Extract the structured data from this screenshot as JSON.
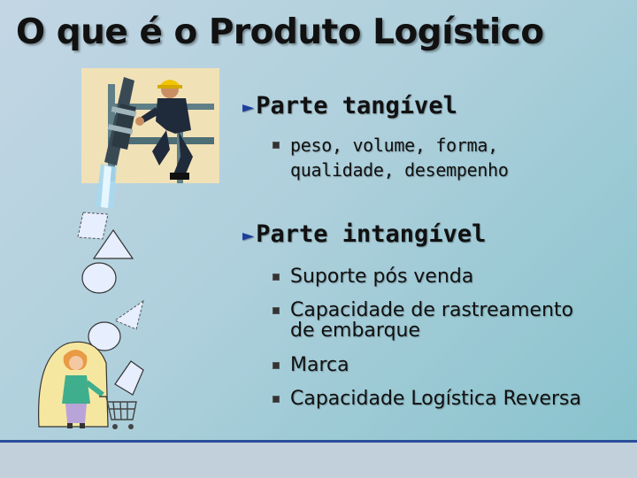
{
  "slide": {
    "title": "O que é o Produto Logístico",
    "sections": [
      {
        "heading": "Parte tangível",
        "bullets": [
          "peso, volume, forma,",
          "qualidade, desempenho"
        ]
      },
      {
        "heading": "Parte intangível",
        "bullets": [
          "Suporte pós venda",
          "Capacidade de rastreamento",
          "de embarque",
          "Marca",
          "Capacidade Logística Reversa"
        ]
      }
    ]
  },
  "colors": {
    "background": "#aed0dc",
    "accent_arrow": "#1c3f9c",
    "footer_line": "#2a4f9a"
  },
  "icons": {
    "worker_clipart": "worker-pipe-icon",
    "shopper_clipart": "shopper-cart-icon",
    "shapes": "floating-shapes-icon"
  }
}
